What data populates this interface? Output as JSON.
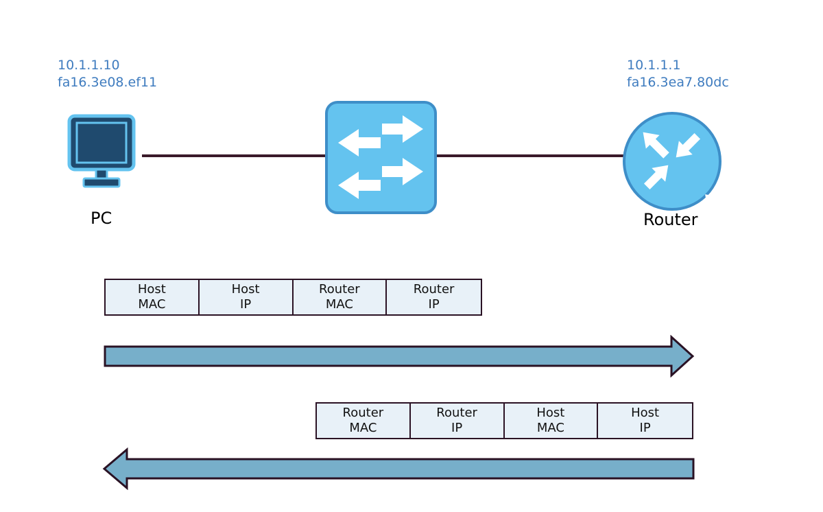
{
  "pc": {
    "ip": "10.1.1.10",
    "mac": "fa16.3e08.ef11",
    "label": "PC",
    "icon": "computer-monitor-icon"
  },
  "switch": {
    "icon": "switch-arrows-icon"
  },
  "router": {
    "ip": "10.1.1.1",
    "mac": "fa16.3ea7.80dc",
    "label": "Router",
    "icon": "router-arrows-icon"
  },
  "frames": [
    {
      "direction": "pc-to-router",
      "fields": [
        {
          "line1": "Host",
          "line2": "MAC"
        },
        {
          "line1": "Host",
          "line2": "IP"
        },
        {
          "line1": "Router",
          "line2": "MAC"
        },
        {
          "line1": "Router",
          "line2": "IP"
        }
      ]
    },
    {
      "direction": "router-to-pc",
      "fields": [
        {
          "line1": "Router",
          "line2": "MAC"
        },
        {
          "line1": "Router",
          "line2": "IP"
        },
        {
          "line1": "Host",
          "line2": "MAC"
        },
        {
          "line1": "Host",
          "line2": "IP"
        }
      ]
    }
  ],
  "colors": {
    "device_fill": "#64c3ef",
    "device_stroke": "#3e8ec8",
    "pc_dark": "#1f4a6e",
    "link": "#3a1a2a",
    "arrow_fill": "#77afca",
    "address_text": "#3f7cbf",
    "frame_fill": "#e8f1f8"
  }
}
